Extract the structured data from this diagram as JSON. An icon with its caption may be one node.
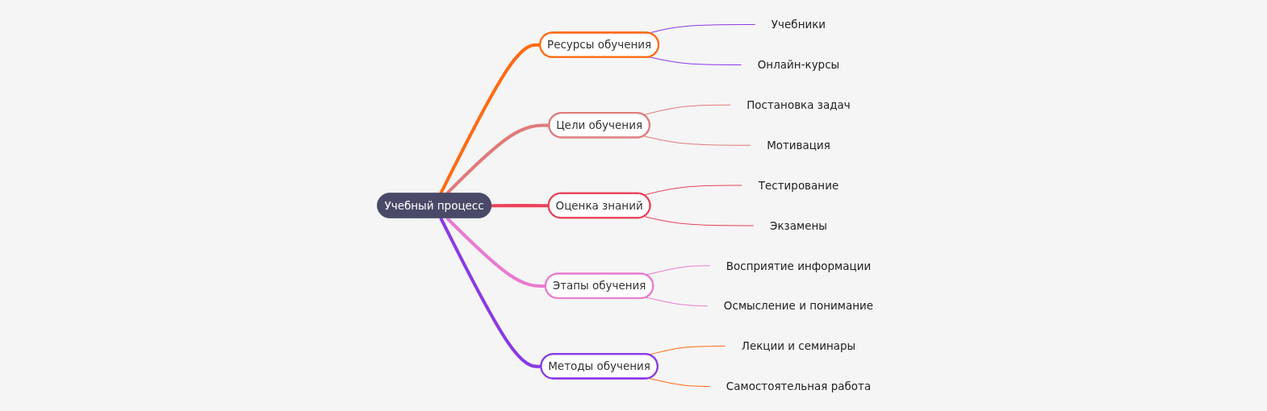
{
  "diagram": {
    "nodes": [
      {
        "text": [
          "Учебный процесс"
        ]
      },
      {
        "text": [
          "Ресурсы обучения"
        ]
      },
      {
        "text": [
          "Учебники"
        ]
      },
      {
        "text": [
          "Онлайн-курсы"
        ]
      },
      {
        "text": [
          "Цели обучения"
        ]
      },
      {
        "text": [
          "Постановка задач"
        ]
      },
      {
        "text": [
          "Мотивация"
        ]
      },
      {
        "text": [
          "Оценка знаний"
        ]
      },
      {
        "text": [
          "Тестирование"
        ]
      },
      {
        "text": [
          "Экзамены"
        ]
      },
      {
        "text": [
          "Этапы обучения"
        ]
      },
      {
        "text": [
          "Восприятие информации"
        ]
      },
      {
        "text": [
          "Осмысление и понимание"
        ]
      },
      {
        "text": [
          "Методы обучения"
        ]
      },
      {
        "text": [
          "Лекции и семинары"
        ]
      },
      {
        "text": [
          "Самостоятельная работа"
        ]
      }
    ],
    "edges": [
      {
        "from": 0,
        "to": 1,
        "arrow": "none",
        "style": "thick",
        "color": "#ff6a13"
      },
      {
        "from": 1,
        "to": 2,
        "arrow": "none",
        "color": "#8a3ae6"
      },
      {
        "from": 1,
        "to": 3,
        "arrow": "none",
        "color": "#8a3ae6"
      },
      {
        "from": 0,
        "to": 4,
        "arrow": "none",
        "style": "thick",
        "color": "#e07b7b"
      },
      {
        "from": 4,
        "to": 5,
        "arrow": "none",
        "color": "#e07b7b"
      },
      {
        "from": 4,
        "to": 6,
        "arrow": "none",
        "color": "#e07b7b"
      },
      {
        "from": 0,
        "to": 7,
        "arrow": "none",
        "style": "thick",
        "color": "#e8445a"
      },
      {
        "from": 7,
        "to": 8,
        "arrow": "none",
        "color": "#e8445a"
      },
      {
        "from": 7,
        "to": 9,
        "arrow": "none",
        "color": "#e8445a"
      },
      {
        "from": 0,
        "to": 10,
        "arrow": "none",
        "style": "thick",
        "color": "#e87bd0"
      },
      {
        "from": 10,
        "to": 11,
        "arrow": "none",
        "color": "#e87bd0"
      },
      {
        "from": 10,
        "to": 12,
        "arrow": "none",
        "color": "#e87bd0"
      },
      {
        "from": 0,
        "to": 13,
        "arrow": "none",
        "style": "thick",
        "color": "#8a3ae6"
      },
      {
        "from": 13,
        "to": 14,
        "arrow": "none",
        "color": "#ff6a13"
      },
      {
        "from": 13,
        "to": 15,
        "arrow": "none",
        "color": "#ff6a13"
      }
    ]
  }
}
